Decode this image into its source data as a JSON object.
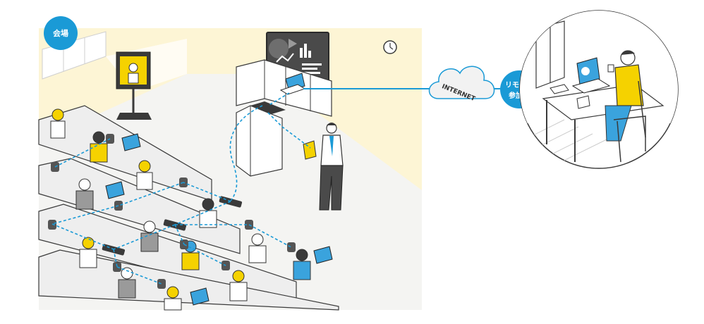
{
  "venue_label": "会場",
  "internet_label": "INTERNET",
  "remote_label_line1": "リモート",
  "remote_label_line2": "参加者",
  "colors": {
    "accent_blue": "#1a9ad6",
    "room_floor": "#f4f4f2",
    "back_wall": "#fdf5d5",
    "desk": "#eeeeee",
    "outline": "#3a3a3a",
    "person_yellow": "#f5d200",
    "person_blue": "#3aa3dd",
    "cloud": "#f2f2f2"
  },
  "icons": [
    "clock-icon",
    "presentation-chart-icon",
    "cloud-icon",
    "laptop-icon",
    "speakerphone-icon",
    "microphone-speaker-icon"
  ]
}
